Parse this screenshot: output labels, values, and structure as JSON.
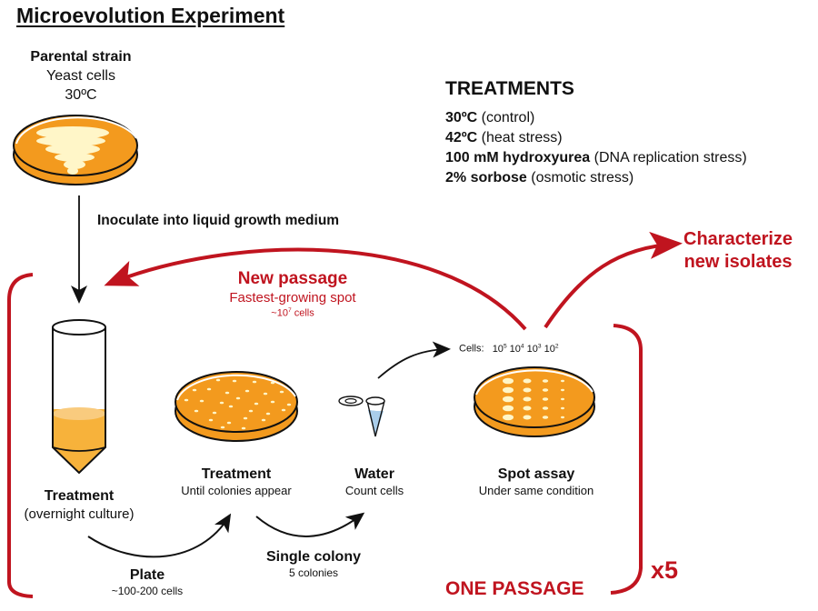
{
  "title": "Microevolution Experiment",
  "parental": {
    "heading": "Parental strain",
    "line1": "Yeast cells",
    "line2": "30ºC"
  },
  "inoculate_label": "Inoculate into liquid growth medium",
  "treatments": {
    "heading": "TREATMENTS",
    "items": [
      {
        "bold": "30ºC",
        "note": "(control)"
      },
      {
        "bold": "42ºC",
        "note": "(heat stress)"
      },
      {
        "bold": "100 mM hydroxyurea",
        "note": "(DNA replication stress)"
      },
      {
        "bold": "2% sorbose",
        "note": "(osmotic stress)"
      }
    ]
  },
  "new_passage": {
    "heading": "New passage",
    "line1": "Fastest-growing spot",
    "cells_prefix": "~10",
    "cells_exp": "7",
    "cells_suffix": " cells"
  },
  "characterize": {
    "line1": "Characterize",
    "line2": "new isolates"
  },
  "steps": {
    "tube": {
      "heading": "Treatment",
      "sub": "(overnight culture)"
    },
    "plate": {
      "heading": "Treatment",
      "sub": "Until colonies appear"
    },
    "water": {
      "heading": "Water",
      "sub": "Count cells"
    },
    "spot": {
      "heading": "Spot assay",
      "sub": "Under same condition"
    }
  },
  "transitions": {
    "plate": {
      "heading": "Plate",
      "sub": "~100-200 cells"
    },
    "single": {
      "heading": "Single colony",
      "sub": "5 colonies"
    }
  },
  "cells_label": "Cells:",
  "dilutions": [
    {
      "base": "10",
      "exp": "5"
    },
    {
      "base": "10",
      "exp": "4"
    },
    {
      "base": "10",
      "exp": "3"
    },
    {
      "base": "10",
      "exp": "2"
    }
  ],
  "one_passage": "ONE PASSAGE",
  "repeat": "x5",
  "colors": {
    "accent_red": "#c0141f",
    "agar_orange": "#f39a1e",
    "colony_cream": "#fff6c8",
    "culture_yellow": "#f7b23b",
    "water_blue": "#a9cdea"
  }
}
